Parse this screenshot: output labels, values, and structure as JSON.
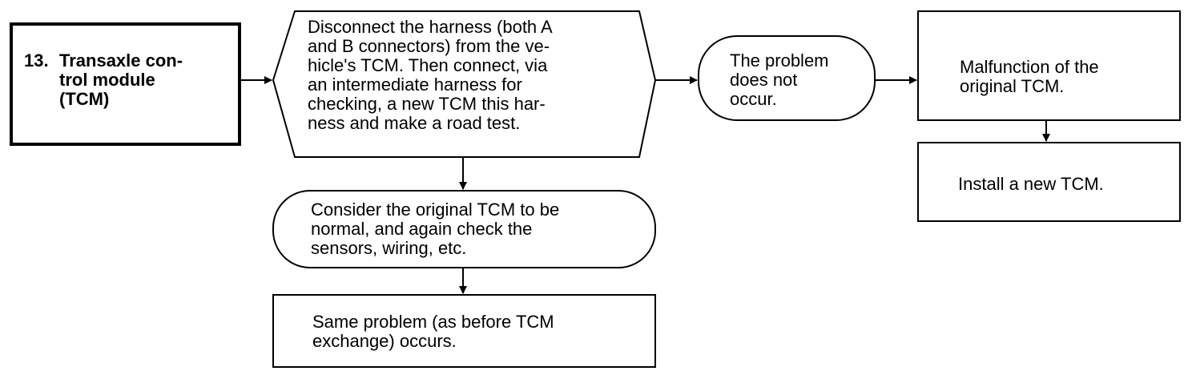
{
  "nodes": {
    "tcm_step": {
      "number": "13.",
      "text": "Transaxle con-\ntrol module\n(TCM)"
    },
    "check_procedure": {
      "text": "Disconnect the harness (both A\nand B connectors) from the ve-\nhicle's TCM. Then connect, via\nan intermediate harness for\nchecking, a new TCM this har-\nness and make a road test."
    },
    "problem_not_occur": {
      "text": "The problem\ndoes not\noccur."
    },
    "malfunction_original": {
      "text": "Malfunction of the\noriginal TCM."
    },
    "install_new": {
      "text": "Install a new TCM."
    },
    "consider_normal": {
      "text": "Consider the original TCM to be\nnormal, and again check the\nsensors, wiring, etc."
    },
    "same_problem": {
      "text": "Same problem (as before TCM\nexchange) occurs."
    }
  }
}
